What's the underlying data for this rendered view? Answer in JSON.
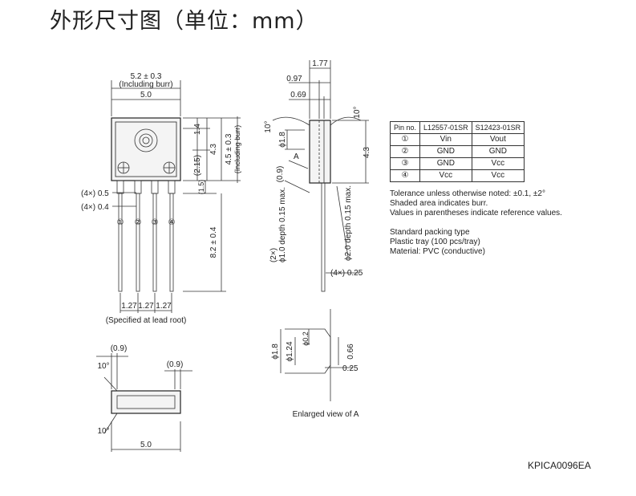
{
  "title": "外形尺寸图（单位：mm）",
  "front_view": {
    "width_burr": "5.2 ± 0.3",
    "including_burr": "(Including burr)",
    "width_body": "5.0",
    "dim_1_4": "1.4",
    "dim_4_3": "4.3",
    "dim_2_15": "(2.15)",
    "dim_4_5": "4.5 ± 0.3",
    "dim_4_5_note": "(Including burr)",
    "dim_1_5": "(1.5)",
    "lead_w_05": "(4×) 0.5",
    "lead_w_04": "(4×) 0.4",
    "pins": [
      "①",
      "②",
      "③",
      "④"
    ],
    "lead_length": "8.2 ± 0.4",
    "pitch": [
      "1.27",
      "1.27",
      "1.27"
    ],
    "pitch_note": "(Specified at lead root)"
  },
  "side_view": {
    "dim_1_77": "1.77",
    "dim_0_97": "0.97",
    "dim_0_69": "0.69",
    "angle_left": "10°",
    "angle_right": "10°",
    "dim_phi18": "ϕ1.8",
    "label_a": "A",
    "dim_0_9": "(0.9)",
    "dim_4_3": "4.3",
    "depth_left": "ϕ1.0 depth 0.15 max.",
    "depth_left_count": "(2×)",
    "depth_right": "ϕ2.0 depth 0.15 max.",
    "lead_thk": "(4×) 0.25"
  },
  "bottom_view": {
    "dim_0_9_left": "(0.9)",
    "dim_0_9_right": "(0.9)",
    "angle_top": "10°",
    "angle_bottom": "10°",
    "width": "5.0"
  },
  "enlarged_view": {
    "phi18": "ϕ1.8",
    "phi124": "ϕ1.24",
    "phi02": "ϕ0.2",
    "dim_066": "0.66",
    "dim_025": "0.25",
    "caption": "Enlarged view of A"
  },
  "pin_table": {
    "headers": [
      "Pin no.",
      "L12557-01SR",
      "S12423-01SR"
    ],
    "rows": [
      [
        "①",
        "Vin",
        "Vout"
      ],
      [
        "②",
        "GND",
        "GND"
      ],
      [
        "③",
        "GND",
        "Vcc"
      ],
      [
        "④",
        "Vcc",
        "Vcc"
      ]
    ]
  },
  "notes": [
    "Tolerance unless otherwise noted: ±0.1, ±2°",
    "Shaded area indicates burr.",
    "Values in parentheses indicate reference values.",
    "",
    "Standard packing type",
    "Plastic tray (100 pcs/tray)",
    "Material: PVC (conductive)"
  ],
  "drawing_code": "KPICA0096EA"
}
